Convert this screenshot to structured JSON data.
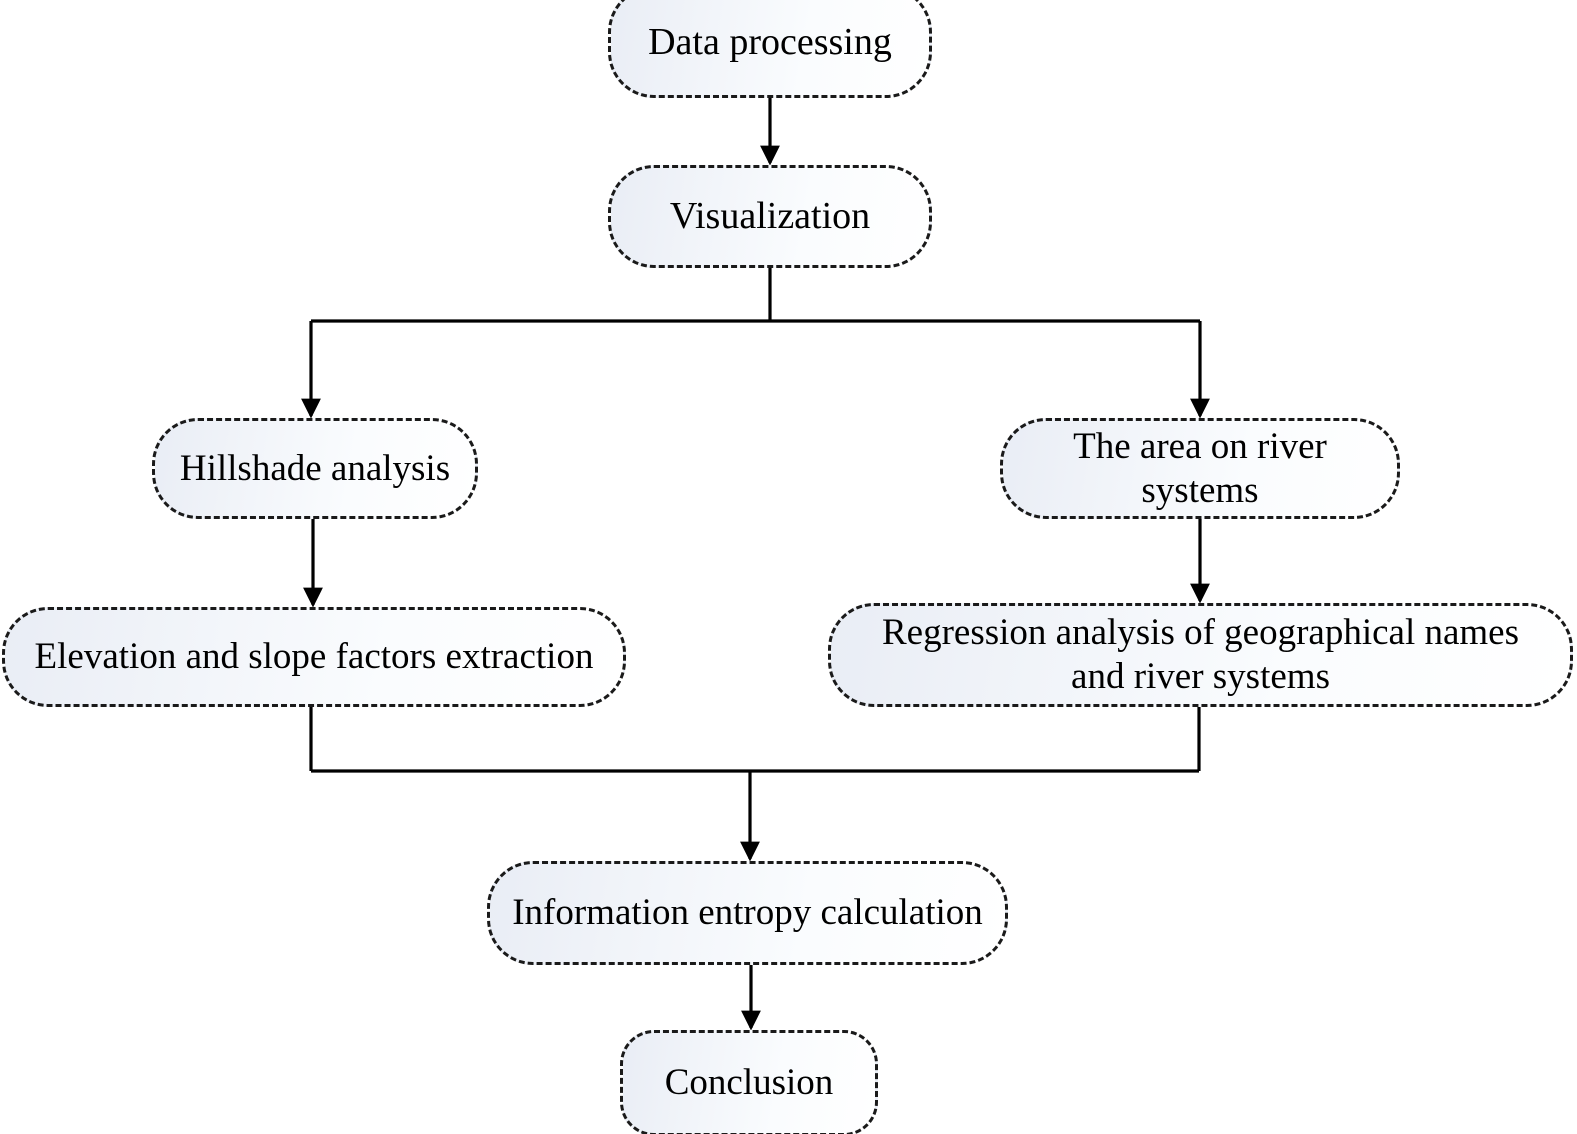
{
  "diagram": {
    "type": "flowchart",
    "orientation": "top-to-bottom",
    "background_color": "#ffffff",
    "node_border_color": "#1a1a1a",
    "node_border_style": "dashed",
    "node_fill_gradient_from": "#e9edf5",
    "node_fill_gradient_to": "#ffffff",
    "edge_color": "#000000",
    "nodes": [
      {
        "id": "data-processing",
        "label": "Data processing"
      },
      {
        "id": "visualization",
        "label": "Visualization"
      },
      {
        "id": "hillshade",
        "label": "Hillshade analysis"
      },
      {
        "id": "river-area",
        "label": "The area on river\nsystems"
      },
      {
        "id": "elevation-slope",
        "label": "Elevation and slope factors extraction"
      },
      {
        "id": "regression",
        "label": "Regression analysis of geographical names\nand river systems"
      },
      {
        "id": "entropy",
        "label": "Information entropy calculation"
      },
      {
        "id": "conclusion",
        "label": "Conclusion"
      }
    ],
    "edges": [
      {
        "from": "data-processing",
        "to": "visualization",
        "style": "straight-arrow"
      },
      {
        "from": "visualization",
        "to": "hillshade",
        "style": "split-arrow"
      },
      {
        "from": "visualization",
        "to": "river-area",
        "style": "split-arrow"
      },
      {
        "from": "hillshade",
        "to": "elevation-slope",
        "style": "straight-arrow"
      },
      {
        "from": "river-area",
        "to": "regression",
        "style": "straight-arrow"
      },
      {
        "from": "elevation-slope",
        "to": "entropy",
        "style": "merge-arrow"
      },
      {
        "from": "regression",
        "to": "entropy",
        "style": "merge-arrow"
      },
      {
        "from": "entropy",
        "to": "conclusion",
        "style": "straight-arrow"
      }
    ]
  }
}
